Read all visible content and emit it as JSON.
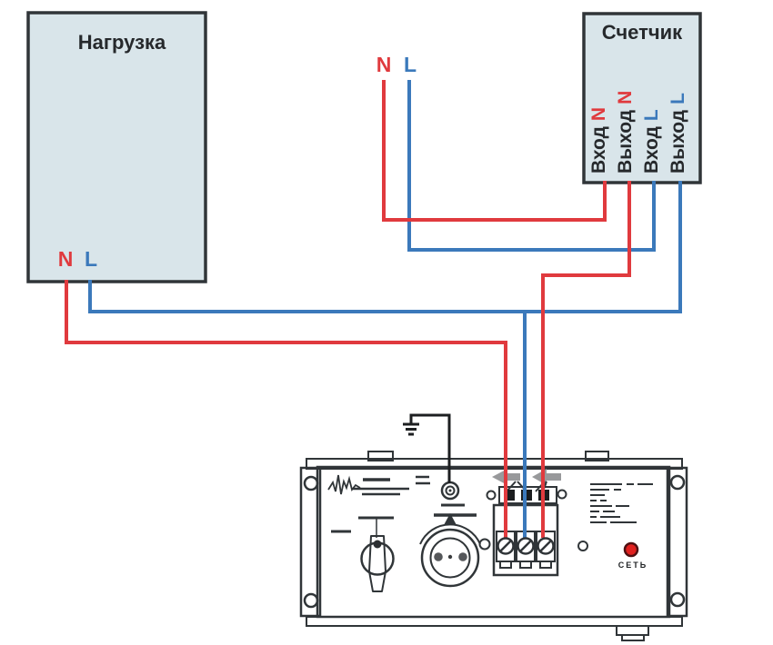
{
  "colors": {
    "wire_red": "#e03a3e",
    "wire_blue": "#3b79bb",
    "outline": "#303538",
    "box_fill": "#d9e5ea",
    "text_dark": "#26292c",
    "led_red": "#e0211f"
  },
  "load_box": {
    "title": "Нагрузка",
    "terminal_n": "N",
    "terminal_l": "L"
  },
  "mains": {
    "label_n": "N",
    "label_l": "L"
  },
  "meter_box": {
    "title": "Счетчик",
    "terminals": [
      {
        "word": "Вход",
        "phase": "N"
      },
      {
        "word": "Выход",
        "phase": "N"
      },
      {
        "word": "Вход",
        "phase": "L"
      },
      {
        "word": "Выход",
        "phase": "L"
      }
    ]
  },
  "stabilizer": {
    "indicator_label": "СЕТЬ"
  }
}
